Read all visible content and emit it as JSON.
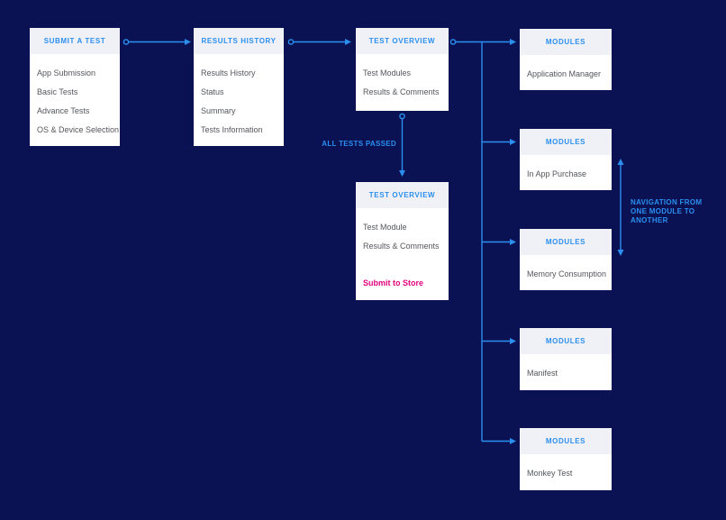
{
  "page": {
    "background": "#0A1254"
  },
  "colors": {
    "accent_blue": "#2B8FEF",
    "action_pink": "#E4027E",
    "card_header_bg": "#EFF1F6",
    "card_body_bg": "#FFFFFF",
    "item_text": "#54565B"
  },
  "cards": [
    {
      "title": "SUBMIT A TEST",
      "items": [
        "App Submission",
        "Basic Tests",
        "Advance Tests",
        "OS & Device Selection"
      ]
    },
    {
      "title": "RESULTS HISTORY",
      "items": [
        "Results History",
        "Status",
        "Summary",
        "Tests Information"
      ]
    },
    {
      "title": "TEST OVERVIEW",
      "items": [
        "Test Modules",
        "Results & Comments"
      ]
    },
    {
      "title": "TEST OVERVIEW",
      "items": [
        "Test Module",
        "Results & Comments"
      ],
      "action": "Submit to Store"
    },
    {
      "title": "MODULES",
      "items": [
        "Application Manager"
      ]
    },
    {
      "title": "MODULES",
      "items": [
        "In App Purchase"
      ]
    },
    {
      "title": "MODULES",
      "items": [
        "Memory Consumption"
      ]
    },
    {
      "title": "MODULES",
      "items": [
        "Manifest"
      ]
    },
    {
      "title": "MODULES",
      "items": [
        "Monkey Test"
      ]
    }
  ],
  "labels": {
    "all_tests_passed": "ALL TESTS PASSED",
    "navigation_line1": "NAVIGATION FROM",
    "navigation_line2": "ONE MODULE TO ANOTHER"
  }
}
